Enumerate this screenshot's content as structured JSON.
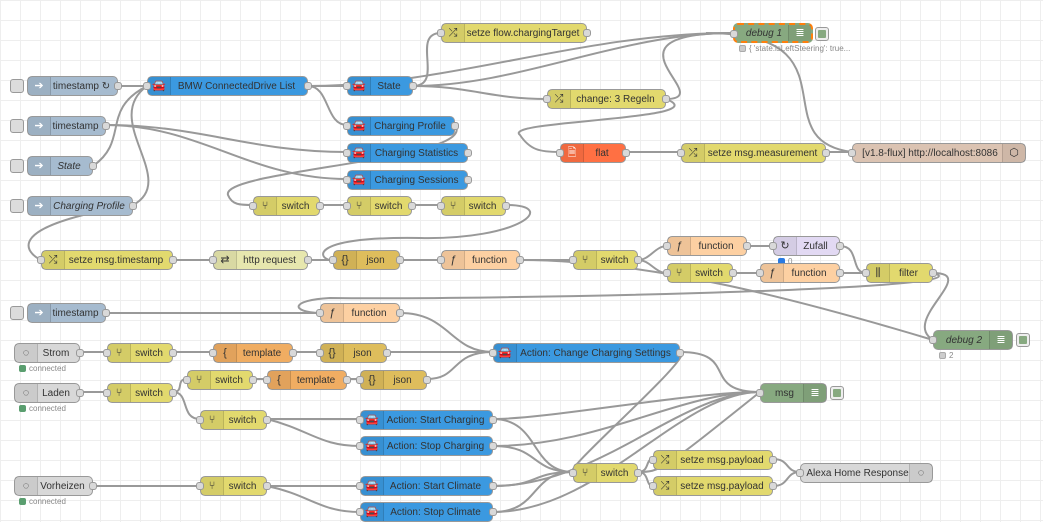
{
  "nodes": {
    "inject_timestamp1": "timestamp ↻",
    "bmw_list": "BMW ConnectedDrive List",
    "state": "State",
    "setze_flow": "setze flow.chargingTarget",
    "debug1": "debug 1",
    "debug1_status": "{ 'state.isLeftSteering': true...",
    "change": "change: 3 Regeln",
    "inject_timestamp2": "timestamp",
    "charging_profile": "Charging Profile",
    "charging_statistics": "Charging Statistics",
    "charging_sessions": "Charging Sessions",
    "inject_state": "State",
    "inject_charging_profile": "Charging Profile",
    "flat": "flat",
    "setze_measurement": "setze msg.measurement",
    "influx": "[v1.8-flux] http://localhost:8086",
    "switch_a": "switch",
    "switch_b": "switch",
    "switch_c": "switch",
    "setze_timestamp": "setze msg.timestamp",
    "http_request": "http request",
    "json1": "json",
    "function1": "function",
    "switch_d": "switch",
    "function2": "function",
    "zufall": "Zufall",
    "zufall_status": "0",
    "switch_e": "switch",
    "function3": "function",
    "filter": "filter",
    "inject_timestamp3": "timestamp",
    "function4": "function",
    "debug2": "debug 2",
    "debug2_status": "2",
    "strom": "Strom",
    "strom_status": "connected",
    "switch_f": "switch",
    "template1": "template",
    "json2": "json",
    "action_change": "Action: Change Charging Settings",
    "laden": "Laden",
    "laden_status": "connected",
    "switch_g": "switch",
    "switch_h": "switch",
    "template2": "template",
    "json3": "json",
    "msg": "msg",
    "switch_i": "switch",
    "action_start_charging": "Action: Start Charging",
    "action_stop_charging": "Action: Stop Charging",
    "switch_j": "switch",
    "setze_payload1": "setze msg.payload",
    "setze_payload2": "setze msg.payload",
    "alexa_response": "Alexa Home Response",
    "vorheizen": "Vorheizen",
    "vorheizen_status": "connected",
    "switch_k": "switch",
    "action_start_climate": "Action: Start Climate",
    "action_stop_climate": "Action: Stop Climate"
  },
  "colors": {
    "inject": "#a6bbcf",
    "bmw": "#3b99e0",
    "change": "#e2d96e",
    "debug": "#87a980",
    "switch": "#e2d96e",
    "file": "#ff7043",
    "influx": "#dbc3b2",
    "http": "#e7e7ae",
    "json": "#debd5c",
    "function": "#fdd0a2",
    "random": "#e2d9f3",
    "filter": "#e2d96e",
    "alexa": "#d8d8d8",
    "template": "#f0ad62"
  }
}
